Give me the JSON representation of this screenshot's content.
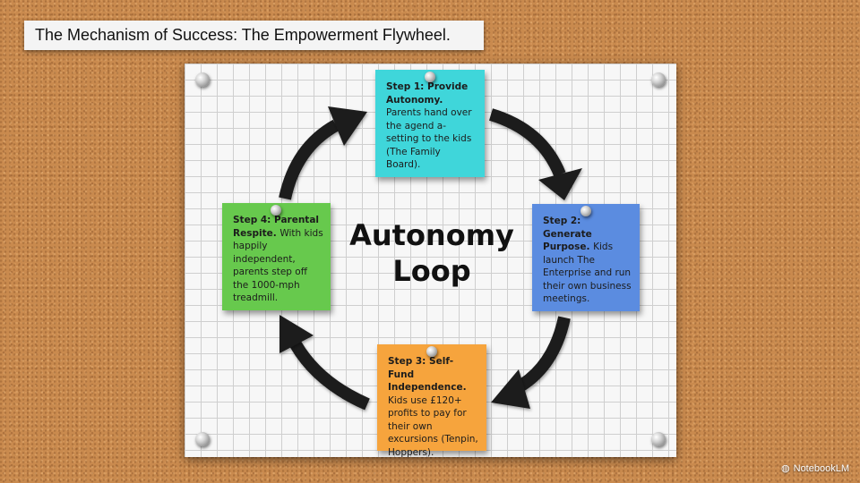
{
  "title": "The Mechanism of Success: The Empowerment Flywheel.",
  "center": {
    "line1": "Autonomy",
    "line2": "Loop"
  },
  "steps": [
    {
      "heading": "Step 1: Provide Autonomy.",
      "body": "Parents hand over the agend a-setting to the kids (The Family Board).",
      "color": "#3fd6da"
    },
    {
      "heading": "Step 2: Generate Purpose.",
      "body": "Kids launch The Enterprise and run their own business meetings.",
      "color": "#5b8ce0"
    },
    {
      "heading": "Step 3: Self-Fund Independence.",
      "body": "Kids use £120+ profits to pay for their own excursions (Tenpin, Hoppers).",
      "color": "#f6a43d"
    },
    {
      "heading": "Step 4: Parental Respite.",
      "body": "With kids happily independent, parents step off the 1000-mph treadmill.",
      "color": "#67c94d"
    }
  ],
  "branding": {
    "icon": "notebooklm-logo-icon",
    "label": "NotebookLM"
  }
}
